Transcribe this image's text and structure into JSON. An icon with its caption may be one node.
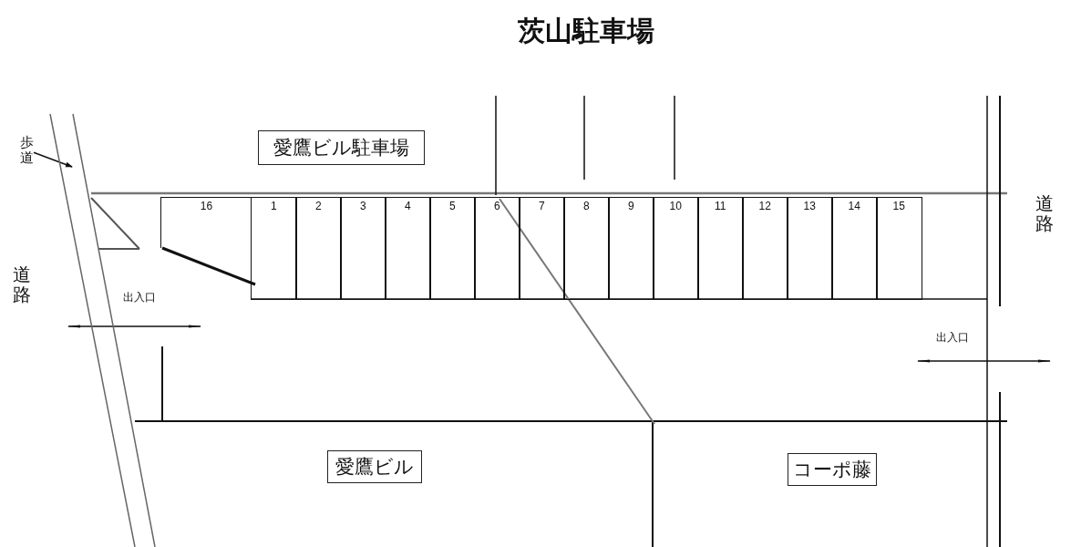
{
  "diagram": {
    "title": "茨山駐車場",
    "nodes": [
      {
        "text": [
          "愛鷹ビル駐車場"
        ]
      },
      {
        "text": [
          "歩道"
        ]
      },
      {
        "text": [
          "16"
        ]
      },
      {
        "text": [
          "1"
        ]
      },
      {
        "text": [
          "2"
        ]
      },
      {
        "text": [
          "3"
        ]
      },
      {
        "text": [
          "4"
        ]
      },
      {
        "text": [
          "5"
        ]
      },
      {
        "text": [
          "6"
        ]
      },
      {
        "text": [
          "7"
        ]
      },
      {
        "text": [
          "8"
        ]
      },
      {
        "text": [
          "9"
        ]
      },
      {
        "text": [
          "10"
        ]
      },
      {
        "text": [
          "11"
        ]
      },
      {
        "text": [
          "12"
        ]
      },
      {
        "text": [
          "13"
        ]
      },
      {
        "text": [
          "14"
        ]
      },
      {
        "text": [
          "15"
        ]
      },
      {
        "text": [
          "愛鷹ビル"
        ]
      },
      {
        "text": [
          "コーポ藤"
        ]
      },
      {
        "text": [],
        "shape": "bar"
      }
    ],
    "edges": [
      {
        "from": 1,
        "to": 20,
        "arrow": "to"
      }
    ],
    "labels": [
      "道路",
      "道路",
      "出入口",
      "出入口"
    ]
  }
}
